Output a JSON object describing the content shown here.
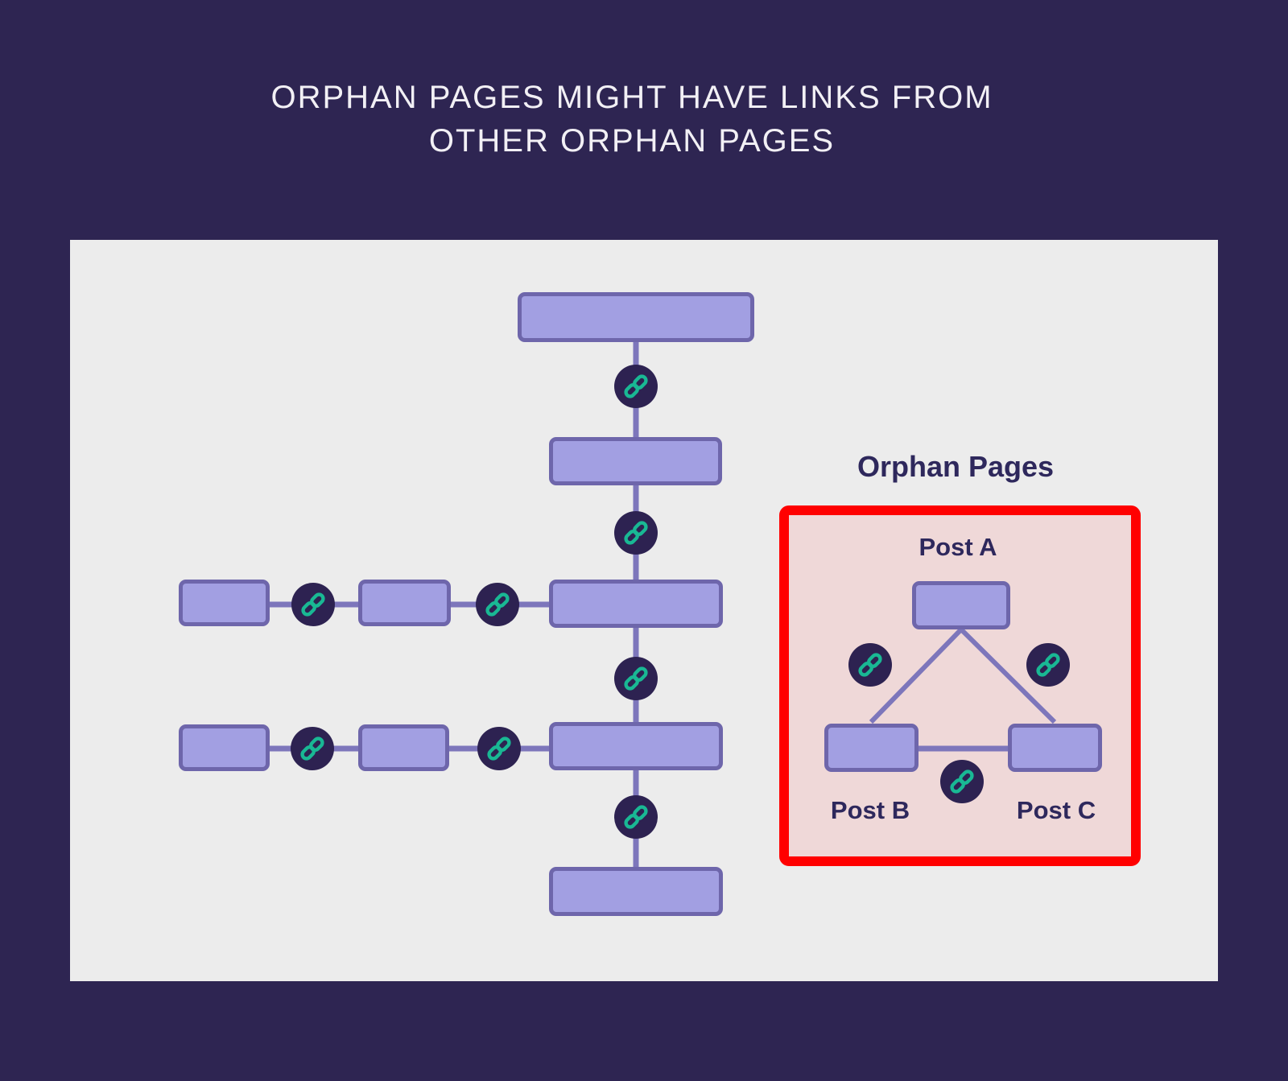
{
  "page": {
    "background_color": "#2e2552",
    "title_color": "#f2f0f5",
    "title_line1": "ORPHAN PAGES MIGHT HAVE LINKS FROM",
    "title_line2": "OTHER ORPHAN PAGES"
  },
  "diagram": {
    "panel_background": "#ececec",
    "node_fill": "#a29fe2",
    "node_border": "#6e66ab",
    "connector_color": "#7d76bb",
    "link_badge_color": "#2d2251",
    "link_icon_color": "#19b894",
    "link_icon_name": "chain-link-icon",
    "label_color": "#2e285c"
  },
  "orphan_section": {
    "label": "Orphan Pages",
    "highlight_border_color": "#ff0000",
    "highlight_fill": "#efd8d8",
    "posts": [
      "Post A",
      "Post B",
      "Post C"
    ]
  }
}
